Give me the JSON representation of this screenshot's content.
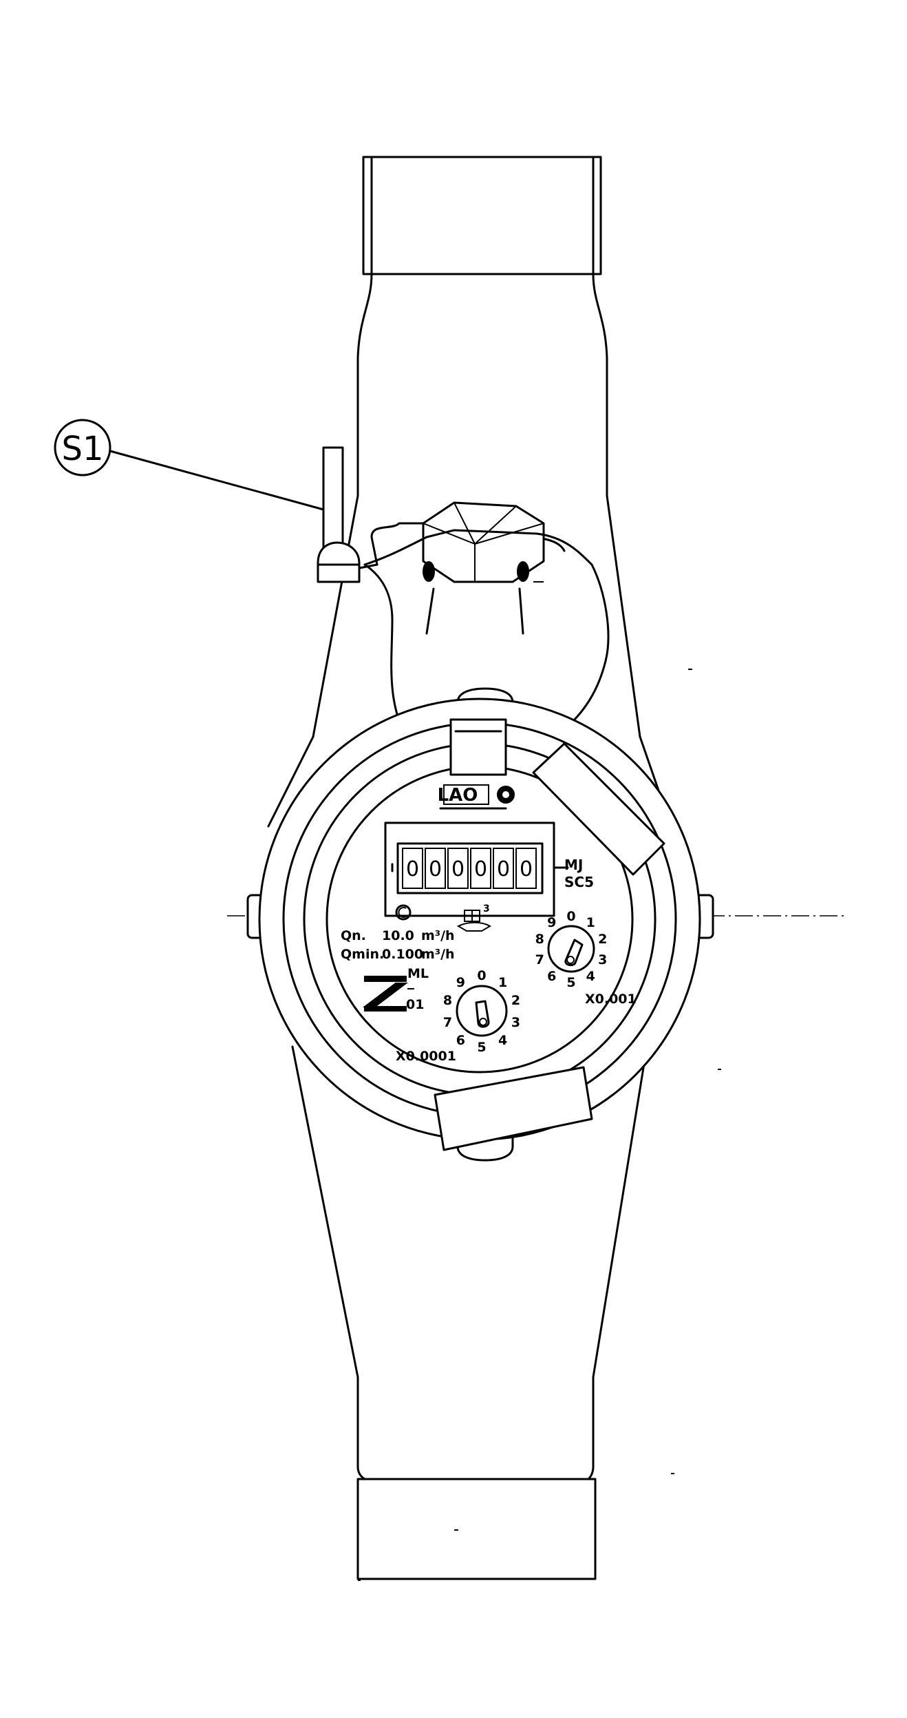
{
  "callout": {
    "id": "S1"
  },
  "brand": {
    "logo_text": "LAO"
  },
  "register": {
    "digits": [
      "0",
      "0",
      "0",
      "0",
      "0",
      "0"
    ],
    "unit": "MJ",
    "model": "SC5"
  },
  "ratings": {
    "qn_label": "Qn.",
    "qn_value": "10.0",
    "qn_unit": "m³/h",
    "qmin_label": "Qmin.",
    "qmin_value": "0.100",
    "qmin_unit": "m³/h",
    "class_mark_top": "ML",
    "class_mark_bottom": "01"
  },
  "dial_right": {
    "multiplier": "X0.001",
    "numbers": [
      "0",
      "1",
      "2",
      "3",
      "4",
      "5",
      "6",
      "7",
      "8",
      "9"
    ]
  },
  "dial_left": {
    "multiplier": "X0.0001",
    "numbers": [
      "0",
      "1",
      "2",
      "3",
      "4",
      "5",
      "6",
      "7",
      "8",
      "9"
    ]
  }
}
